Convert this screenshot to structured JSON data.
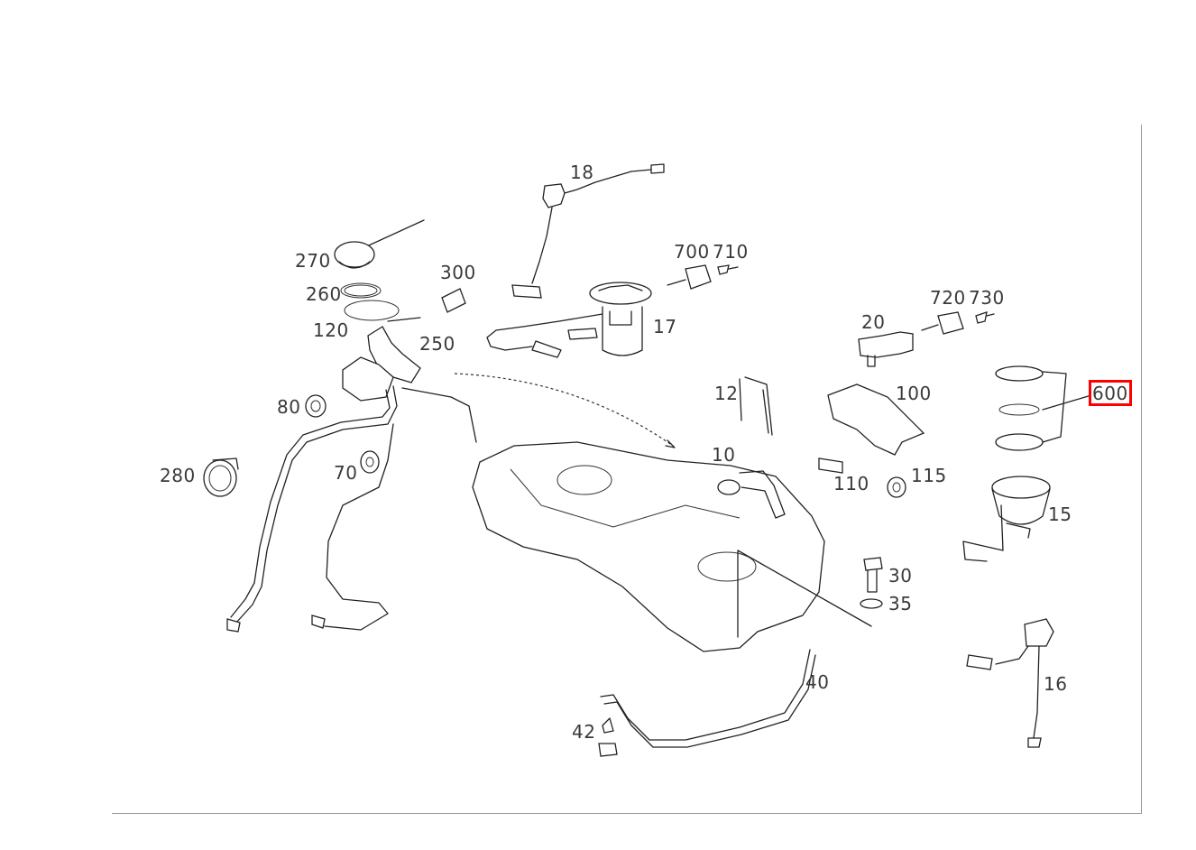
{
  "diagram": {
    "selected_part": "600",
    "callouts": [
      {
        "id": "c18",
        "text": "18"
      },
      {
        "id": "c700",
        "text": "700"
      },
      {
        "id": "c710",
        "text": "710"
      },
      {
        "id": "c270",
        "text": "270"
      },
      {
        "id": "c300",
        "text": "300"
      },
      {
        "id": "c260",
        "text": "260"
      },
      {
        "id": "c720",
        "text": "720"
      },
      {
        "id": "c730",
        "text": "730"
      },
      {
        "id": "c17",
        "text": "17"
      },
      {
        "id": "c120",
        "text": "120"
      },
      {
        "id": "c20",
        "text": "20"
      },
      {
        "id": "c250",
        "text": "250"
      },
      {
        "id": "c600",
        "text": "600"
      },
      {
        "id": "c12",
        "text": "12"
      },
      {
        "id": "c100",
        "text": "100"
      },
      {
        "id": "c80",
        "text": "80"
      },
      {
        "id": "c10",
        "text": "10"
      },
      {
        "id": "c280",
        "text": "280"
      },
      {
        "id": "c70",
        "text": "70"
      },
      {
        "id": "c110",
        "text": "110"
      },
      {
        "id": "c115",
        "text": "115"
      },
      {
        "id": "c15",
        "text": "15"
      },
      {
        "id": "c30",
        "text": "30"
      },
      {
        "id": "c35",
        "text": "35"
      },
      {
        "id": "c40",
        "text": "40"
      },
      {
        "id": "c16",
        "text": "16"
      },
      {
        "id": "c42",
        "text": "42"
      }
    ]
  }
}
